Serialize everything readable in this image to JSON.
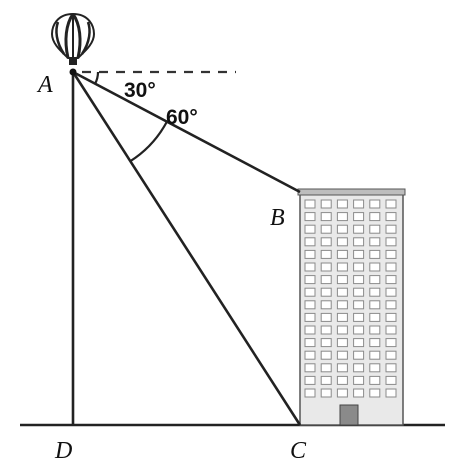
{
  "points": {
    "A": "A",
    "B": "B",
    "C": "C",
    "D": "D"
  },
  "angles": {
    "upper": "30°",
    "lower": "60°"
  },
  "colors": {
    "line": "#222222",
    "building_fill": "#e9e9e9",
    "building_stroke": "#555555",
    "window": "#9a9a9a",
    "balloon": "#222222"
  },
  "icons": {
    "balloon": "hot-air-balloon-icon",
    "building": "high-rise-building"
  }
}
